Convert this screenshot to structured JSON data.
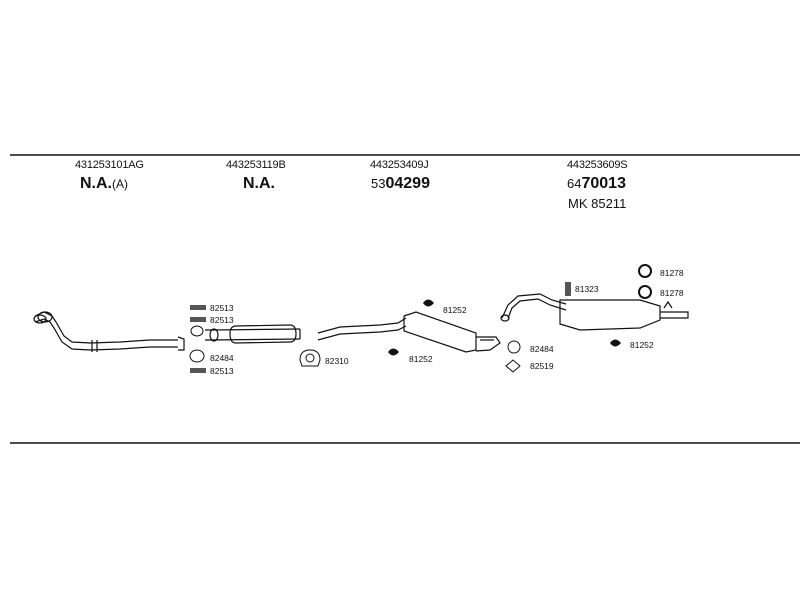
{
  "columns": [
    {
      "part": "431253101AG",
      "line2_main": "N.A.",
      "line2_suffix": "(A)"
    },
    {
      "part": "443253119B",
      "line2_main": "N.A."
    },
    {
      "part": "443253409J",
      "line2_prefix": "53",
      "line2_main": "04299"
    },
    {
      "part": "443253609S",
      "line2_prefix": "64",
      "line2_main": "70013",
      "line3": "MK  85211"
    }
  ],
  "labels": {
    "l82513a": "82513",
    "l82513b": "82513",
    "l82484a": "82484",
    "l82513c": "82513",
    "l82310": "82310",
    "l81252a": "81252",
    "l81252b": "81252",
    "l81323": "81323",
    "l82484b": "82484",
    "l82519": "82519",
    "l81252c": "81252",
    "l81278a": "81278",
    "l81278b": "81278"
  }
}
